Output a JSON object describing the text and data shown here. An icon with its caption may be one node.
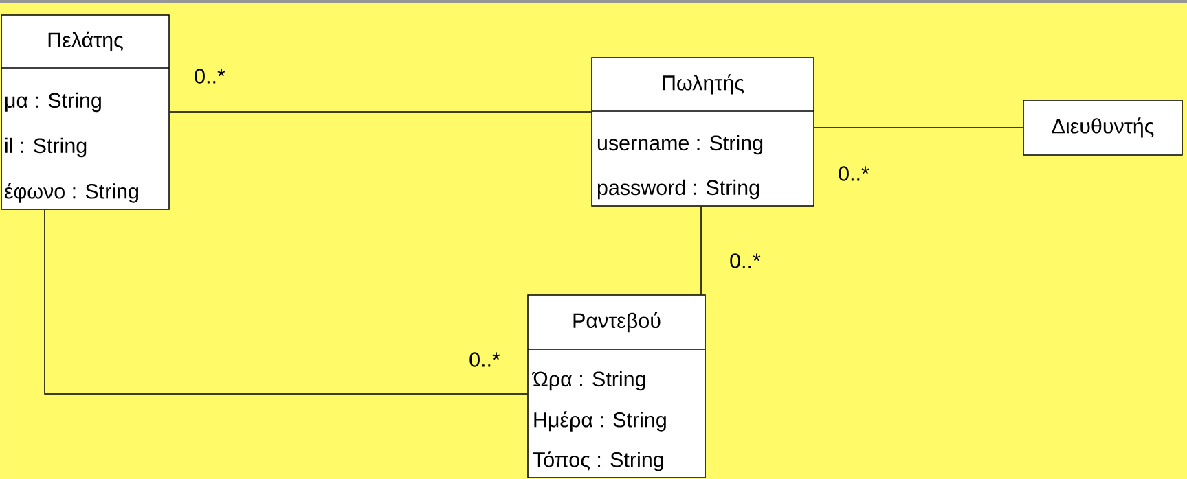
{
  "diagram": {
    "nodes": [
      {
        "text": [
          "Πελάτης",
          "μα : String",
          "il : String",
          "έφωνο : String"
        ]
      },
      {
        "text": [
          "Πωλητής",
          "username : String",
          "password : String"
        ]
      },
      {
        "text": [
          "Διευθυντής"
        ]
      },
      {
        "text": [
          "Ραντεβού",
          "Ώρα : String",
          "Ημέρα : String",
          "Τόπος : String"
        ]
      }
    ],
    "edges": [
      {
        "from": 0,
        "to": 1,
        "arrow": "none",
        "label": "0..*"
      },
      {
        "from": 1,
        "to": 2,
        "arrow": "none",
        "label": "0..*"
      },
      {
        "from": 1,
        "to": 3,
        "arrow": "none",
        "label": "0..*"
      },
      {
        "from": 0,
        "to": 3,
        "arrow": "none",
        "label": "0..*"
      }
    ]
  }
}
